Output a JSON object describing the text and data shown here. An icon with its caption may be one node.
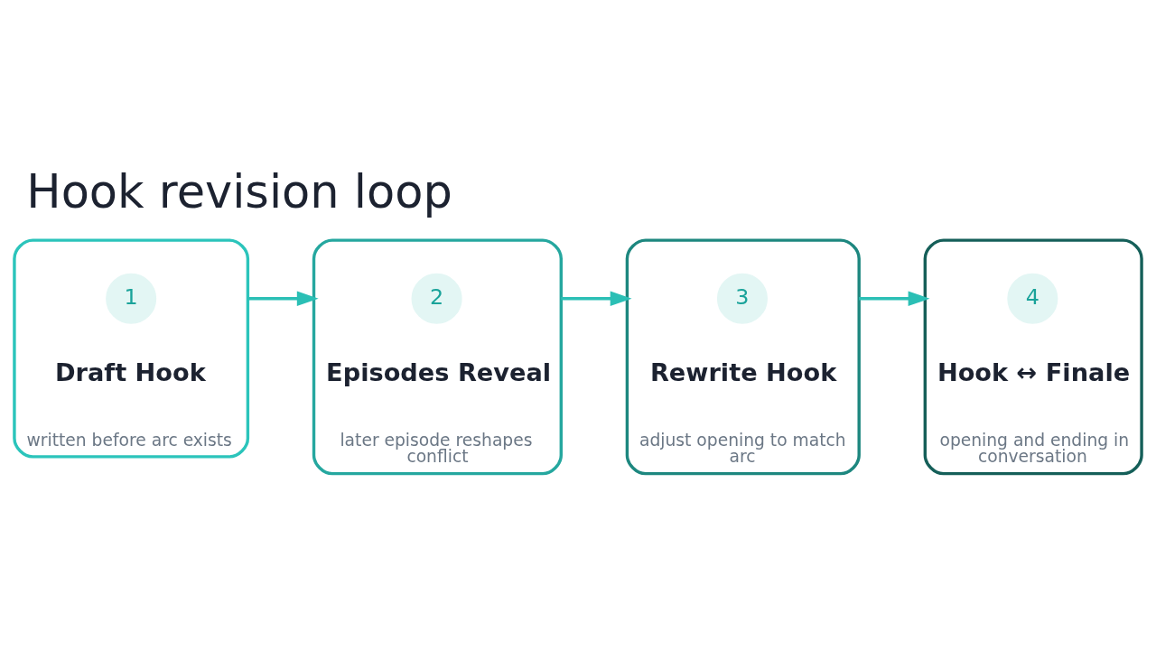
{
  "diagram": {
    "title": "Hook revision loop",
    "nodes": [
      {
        "text": [
          "Draft Hook",
          "written before arc exists"
        ]
      },
      {
        "text": [
          "1"
        ],
        "in": 0
      },
      {
        "text": [
          "Episodes Reveal",
          "later episode reshapes conflict"
        ]
      },
      {
        "text": [
          "2"
        ],
        "in": 2
      },
      {
        "text": [
          "Rewrite Hook",
          "adjust opening to match arc"
        ]
      },
      {
        "text": [
          "3"
        ],
        "in": 4
      },
      {
        "text": [
          "Hook ↔ Finale",
          "opening and ending in conversation"
        ]
      },
      {
        "text": [
          "4"
        ],
        "in": 6
      }
    ],
    "edges": [
      {
        "from": 0,
        "to": 2,
        "arrow": "to"
      },
      {
        "from": 2,
        "to": 4,
        "arrow": "to"
      },
      {
        "from": 4,
        "to": 6,
        "arrow": "to"
      }
    ]
  }
}
